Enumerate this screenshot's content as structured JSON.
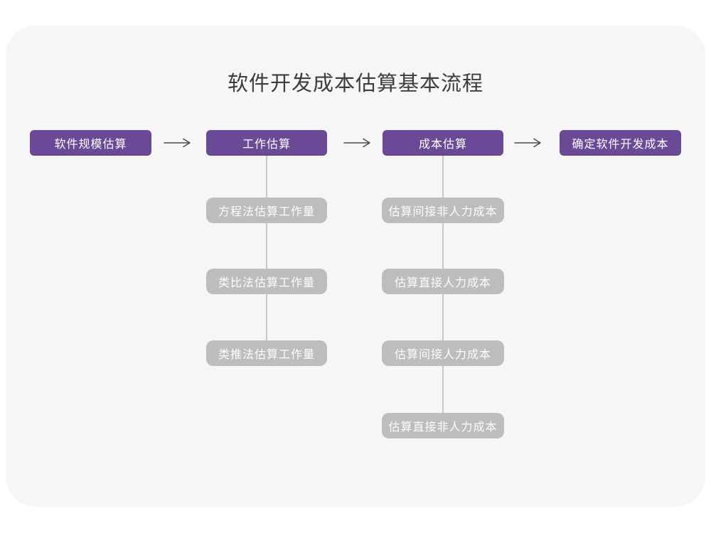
{
  "diagram": {
    "title": "软件开发成本估算基本流程",
    "steps": [
      {
        "label": "软件规模估算",
        "substeps": []
      },
      {
        "label": "工作估算",
        "substeps": [
          "方程法估算工作量",
          "类比法估算工作量",
          "类推法估算工作量"
        ]
      },
      {
        "label": "成本估算",
        "substeps": [
          "估算间接非人力成本",
          "估算直接人力成本",
          "估算间接人力成本",
          "估算直接非人力成本"
        ]
      },
      {
        "label": "确定软件开发成本",
        "substeps": []
      }
    ],
    "icons": {
      "arrow": "arrow-right-icon"
    },
    "colors": {
      "step_box": "#6a4997",
      "substep_box": "#bdbdbd",
      "box_text": "#ffffff",
      "title_text": "#3d3d3d",
      "arrow": "#4c4c4c",
      "connector_line": "#c7c7c7",
      "card_background": "#f6f6f6",
      "page_background": "#ffffff"
    }
  }
}
